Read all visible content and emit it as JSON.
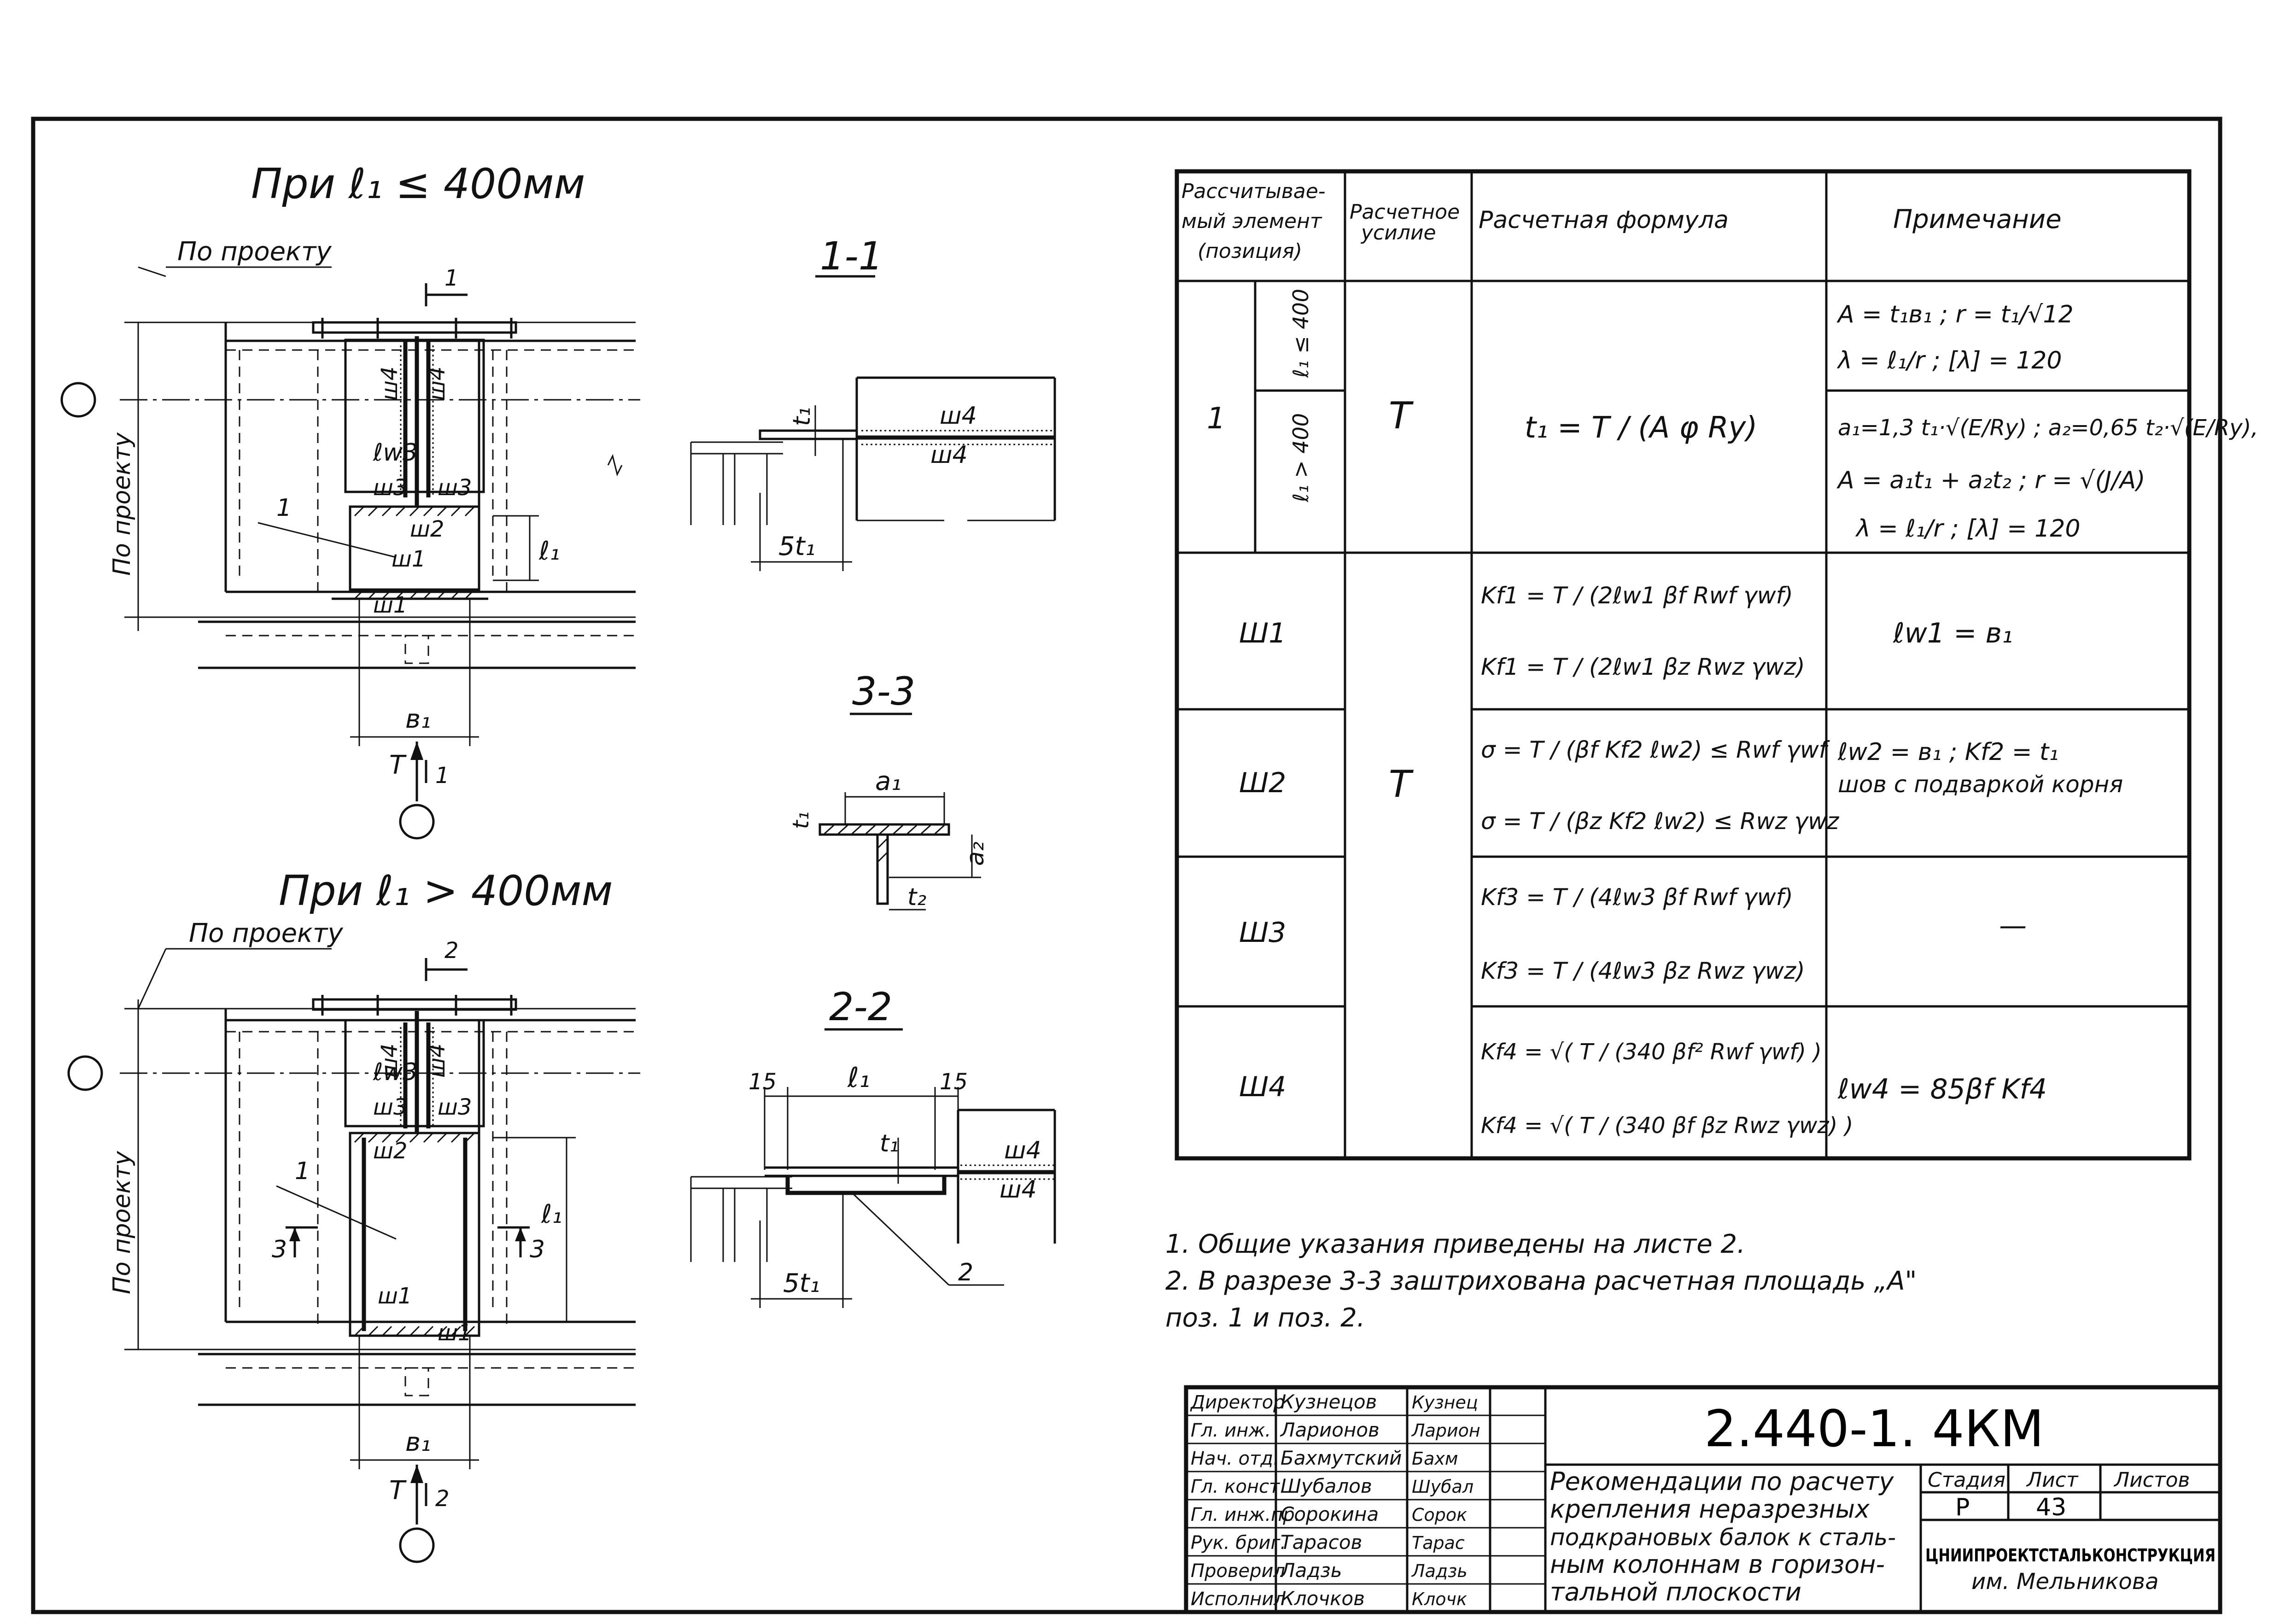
{
  "view_a": {
    "title": "При  ℓ₁ ≤ 400мм",
    "by_project": "По проекту",
    "by_project_vertical": "По проекту",
    "labels": {
      "w4a": "ш4",
      "w4b": "ш4",
      "lw3": "ℓw3",
      "w3a": "ш3",
      "w3b": "ш3",
      "pos1": "1",
      "w2": "ш2",
      "w1a": "ш1",
      "w1b": "ш1",
      "l1": "ℓ₁",
      "b1": "в₁",
      "T": "T",
      "sec": "1"
    }
  },
  "view_b": {
    "title": "При  ℓ₁ > 400мм",
    "by_project": "По проекту",
    "by_project_vertical": "По проекту",
    "labels": {
      "w4a": "ш4",
      "w4b": "ш4",
      "lw3": "ℓw3",
      "w3a": "ш3",
      "w3b": "ш3",
      "pos1": "1",
      "w2": "ш2",
      "w1a": "ш1",
      "w1b": "ш1",
      "l1": "ℓ₁",
      "b1": "в₁",
      "T": "T",
      "sec": "2",
      "cut3a": "3",
      "cut3b": "3"
    }
  },
  "section_1_1": {
    "title": "1-1",
    "t1": "t₁",
    "w4a": "ш4",
    "w4b": "ш4",
    "st1": "5t₁"
  },
  "section_3_3": {
    "title": "3-3",
    "a1": "a₁",
    "a2": "a₂",
    "t1": "t₁",
    "t2": "t₂"
  },
  "section_2_2": {
    "title": "2-2",
    "d15a": "15",
    "d15b": "15",
    "l1": "ℓ₁",
    "t1": "t₁",
    "w4a": "ш4",
    "w4b": "ш4",
    "st1": "5t₁",
    "pos2": "2"
  },
  "table": {
    "headers": [
      "Рассчитывае-мый элемент (позиция)",
      "Расчетное усилие",
      "Расчетная  формула",
      "Примечание"
    ],
    "rows": [
      {
        "element": "1",
        "subcases": [
          "ℓ₁ ≤ 400",
          "ℓ₁ > 400"
        ],
        "force": "T",
        "formula": "t₁ = T / (A φ Ry)",
        "notes": [
          "A = t₁в₁ ;    r = t₁/√12",
          "λ = ℓ₁/r ; [λ] = 120",
          "a₁=1,3 t₁·√(E/Ry) ; a₂=0,65 t₂·√(E/Ry),",
          "A = a₁t₁ + a₂t₂ ;   r = √(J/A)",
          "λ = ℓ₁/r ;  [λ] = 120"
        ]
      },
      {
        "element": "Ш1",
        "force": "",
        "formulas": [
          "Kf1 = T / (2ℓw1 βf Rwf γwf)",
          "Kf1 = T / (2ℓw1 βz Rwz γwz)"
        ],
        "note": "ℓw1 = в₁"
      },
      {
        "element": "Ш2",
        "force": "T",
        "formulas": [
          "σ = T / (βf Kf2 ℓw2) ≤ Rwf γwf",
          "σ = T / (βz Kf2 ℓw2) ≤ Rwz γwz"
        ],
        "notes": [
          "ℓw2 = в₁ ;  Kf2 = t₁",
          "шов с подваркой корня"
        ]
      },
      {
        "element": "Ш3",
        "formulas": [
          "Kf3 = T / (4ℓw3 βf Rwf γwf)",
          "Kf3 = T / (4ℓw3 βz Rwz γwz)"
        ],
        "note": "—"
      },
      {
        "element": "Ш4",
        "formulas": [
          "Kf4 = √( T / (340 βf² Rwf γwf) )",
          "Kf4 = √( T / (340 βf βz Rwz γwz) )"
        ],
        "note": "ℓw4 = 85βf Kf4"
      }
    ]
  },
  "notes": [
    "1. Общие  указания   приведены  на  листе  2.",
    "2. В  разрезе  3-3  заштрихована  расчетная   площадь „A\"",
    "поз. 1  и  поз. 2."
  ],
  "title_block": {
    "code": "2.440-1.  4КМ",
    "people": [
      {
        "role": "Директор",
        "name": "Кузнецов",
        "sign": "Кузнец"
      },
      {
        "role": "Гл. инж.",
        "name": "Ларионов",
        "sign": "Ларион"
      },
      {
        "role": "Нач. отд.",
        "name": "Бахмутский",
        "sign": "Бахм"
      },
      {
        "role": "Гл. конст.",
        "name": "Шубалов",
        "sign": "Шубал"
      },
      {
        "role": "Гл. инж.пр.",
        "name": "Сорокина",
        "sign": "Сорок"
      },
      {
        "role": "Рук. бриг.",
        "name": "Тарасов",
        "sign": "Тарас"
      },
      {
        "role": "Проверил",
        "name": "Ладзь",
        "sign": "Ладзь"
      },
      {
        "role": "Исполнил",
        "name": "Клочков",
        "sign": "Клочк"
      }
    ],
    "description": [
      "Рекомендации  по  расчету",
      "крепления  неразрезных",
      "подкрановых  балок  к  сталь-",
      "ным  колоннам  в  горизон-",
      "тальной  плоскости"
    ],
    "stage_header": "Стадия",
    "sheet_header": "Лист",
    "sheets_header": "Листов",
    "stage": "Р",
    "sheet": "43",
    "sheets": "",
    "org": "ЦНИИПРОЕКТСТАЛЬКОНСТРУКЦИЯ",
    "org_sub": "им. Мельникова"
  }
}
